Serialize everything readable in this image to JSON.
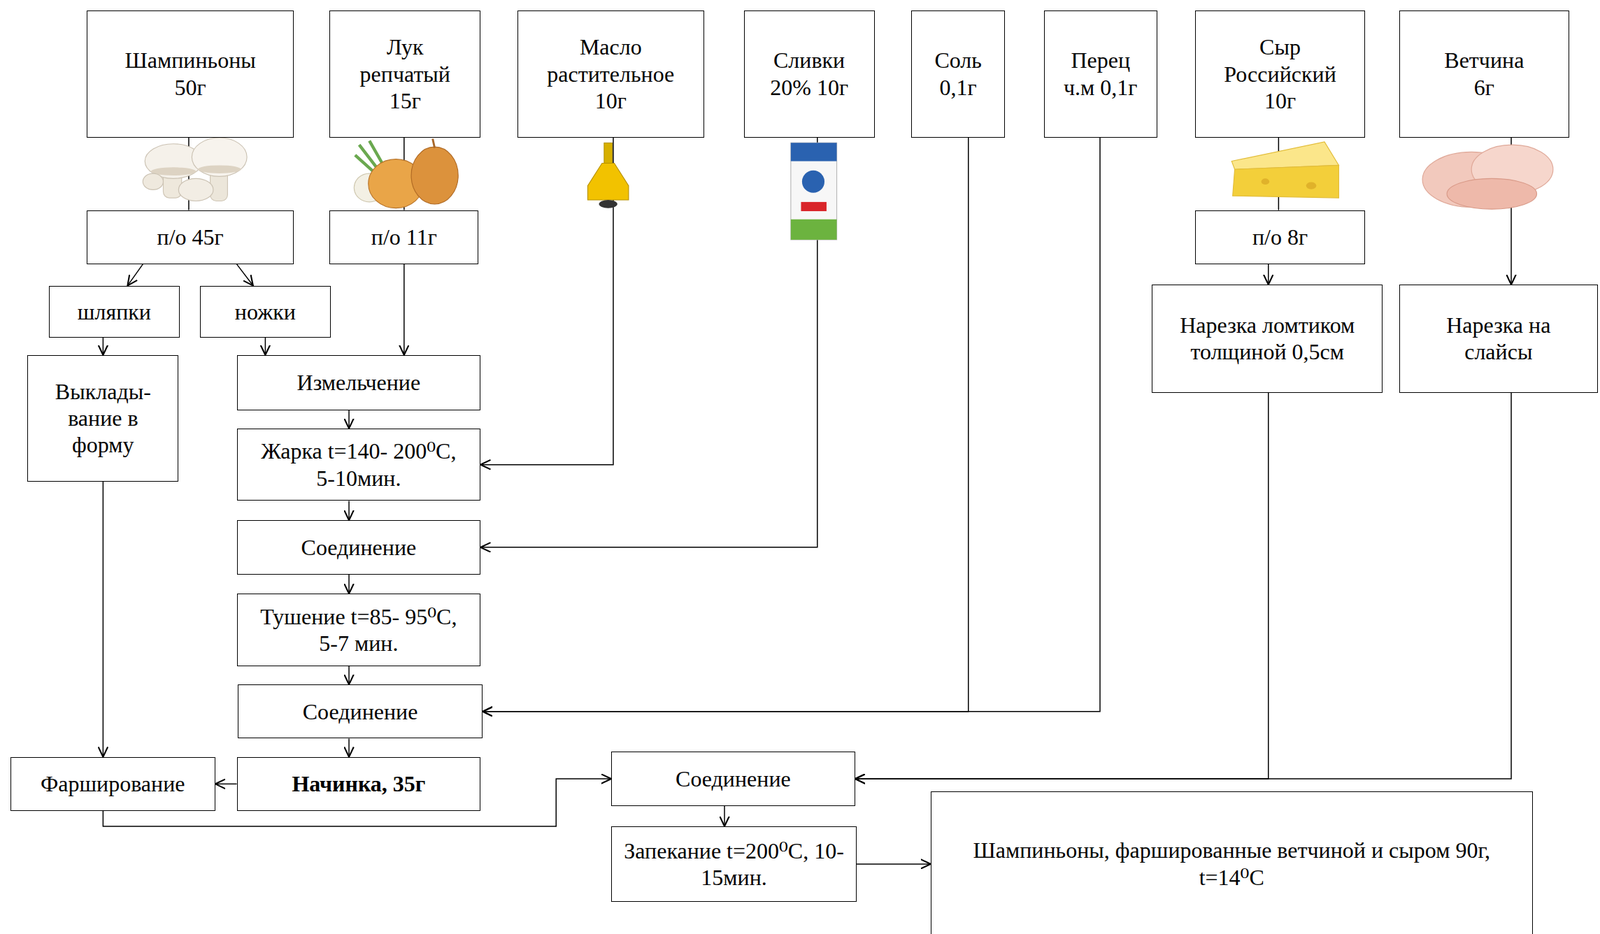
{
  "diagram": {
    "nodes": [
      {
        "text": [
          "Шампиньоны 50г"
        ]
      },
      {
        "text": [
          "Лук репчатый 15г"
        ]
      },
      {
        "text": [
          "Масло растительное 10г"
        ]
      },
      {
        "text": [
          "Сливки 20% 10г"
        ]
      },
      {
        "text": [
          "Соль 0,1г"
        ]
      },
      {
        "text": [
          "Перец ч.м 0,1г"
        ]
      },
      {
        "text": [
          "Сыр Российский 10г"
        ]
      },
      {
        "text": [
          "Ветчина 6г"
        ]
      },
      {
        "text": [
          "п/о 45г"
        ]
      },
      {
        "text": [
          "п/о 11г"
        ]
      },
      {
        "text": [
          "п/о 8г"
        ]
      },
      {
        "text": [
          "шляпки"
        ]
      },
      {
        "text": [
          "ножки"
        ]
      },
      {
        "text": [
          "Нарезка ломтиком толщиной 0,5см"
        ]
      },
      {
        "text": [
          "Нарезка на слайсы"
        ]
      },
      {
        "text": [
          "Выклады- вание в форму"
        ]
      },
      {
        "text": [
          "Измельчение"
        ]
      },
      {
        "text": [
          "Жарка t=140- 200⁰С, 5-10мин."
        ]
      },
      {
        "text": [
          "Соединение"
        ]
      },
      {
        "text": [
          "Тушение t=85- 95⁰С, 5-7 мин."
        ]
      },
      {
        "text": [
          "Соединение"
        ]
      },
      {
        "text": [
          "Начинка, 35г"
        ]
      },
      {
        "text": [
          "Фарширование"
        ]
      },
      {
        "text": [
          "Соединение"
        ]
      },
      {
        "text": [
          "Запекание t=200⁰С, 10-15мин."
        ]
      },
      {
        "text": [
          "Шампиньоны, фаршированные ветчиной и сыром 90г, t=14⁰С"
        ]
      }
    ],
    "edges": [
      {
        "from": 0,
        "to": 8,
        "arrow": "none"
      },
      {
        "from": 1,
        "to": 9,
        "arrow": "none"
      },
      {
        "from": 6,
        "to": 10,
        "arrow": "none"
      },
      {
        "from": 7,
        "to": 14,
        "arrow": "to"
      },
      {
        "from": 8,
        "to": 11,
        "arrow": "to"
      },
      {
        "from": 8,
        "to": 12,
        "arrow": "to"
      },
      {
        "from": 11,
        "to": 15,
        "arrow": "to"
      },
      {
        "from": 12,
        "to": 16,
        "arrow": "to"
      },
      {
        "from": 9,
        "to": 16,
        "arrow": "to"
      },
      {
        "from": 16,
        "to": 17,
        "arrow": "to"
      },
      {
        "from": 2,
        "to": 17,
        "arrow": "to"
      },
      {
        "from": 17,
        "to": 18,
        "arrow": "to"
      },
      {
        "from": 3,
        "to": 18,
        "arrow": "to"
      },
      {
        "from": 18,
        "to": 19,
        "arrow": "to"
      },
      {
        "from": 19,
        "to": 20,
        "arrow": "to"
      },
      {
        "from": 4,
        "to": 20,
        "arrow": "to"
      },
      {
        "from": 5,
        "to": 20,
        "arrow": "to"
      },
      {
        "from": 20,
        "to": 21,
        "arrow": "to"
      },
      {
        "from": 21,
        "to": 22,
        "arrow": "to"
      },
      {
        "from": 15,
        "to": 22,
        "arrow": "to"
      },
      {
        "from": 22,
        "to": 23,
        "arrow": "to"
      },
      {
        "from": 10,
        "to": 13,
        "arrow": "to"
      },
      {
        "from": 13,
        "to": 23,
        "arrow": "to"
      },
      {
        "from": 14,
        "to": 23,
        "arrow": "to"
      },
      {
        "from": 23,
        "to": 24,
        "arrow": "to"
      },
      {
        "from": 24,
        "to": 25,
        "arrow": "to"
      }
    ]
  }
}
